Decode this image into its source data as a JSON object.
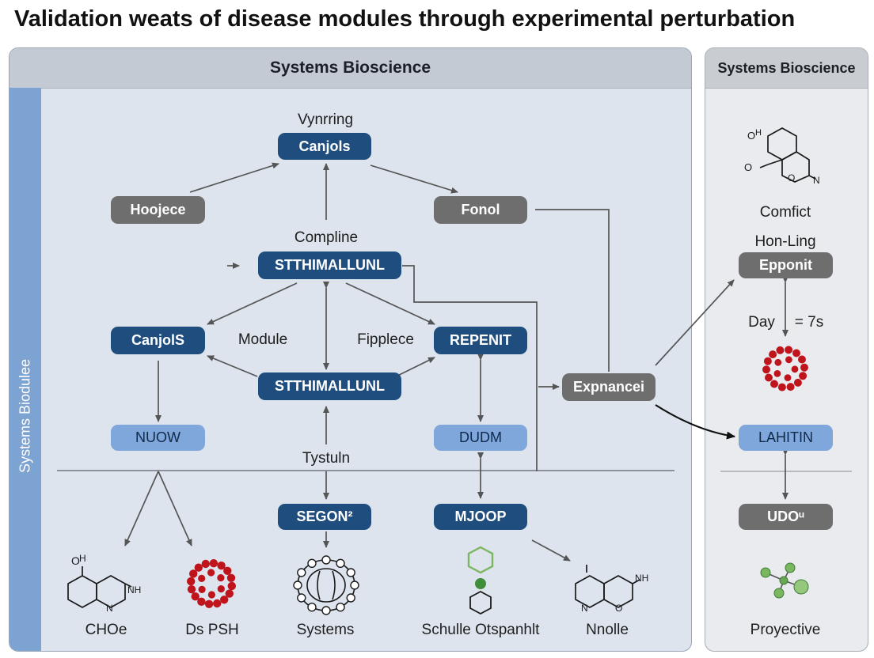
{
  "title": "Validation weats of disease modules through experimental perturbation",
  "main_panel": {
    "header": "Systems Bioscience",
    "sidebar_label": "Systems Biodulee"
  },
  "side_panel": {
    "header": "Systems Bioscience"
  },
  "nodes": {
    "canjols_top": "Canjols",
    "hoojece": "Hoojece",
    "fonol": "Fonol",
    "sthimallunl_1": "STTHIMALLUNL",
    "canjols_left": "CanjolS",
    "repenit": "REPENIT",
    "sthimallunl_2": "STTHIMALLUNL",
    "nuow": "NUOW",
    "dudm": "DUDM",
    "segon": "SEGON²",
    "mjoop": "MJOOP",
    "expnancei": "Expnancei",
    "epponit": "Epponit",
    "lahitin": "LAHITIN",
    "udou": "UDOᵘ"
  },
  "labels": {
    "vynrring": "Vynrring",
    "compline": "Compline",
    "module": "Module",
    "fipplece": "Fipplece",
    "tystuln": "Tystuln",
    "choe": "CHOe",
    "ds_psh": "Ds PSH",
    "systems": "Systems",
    "schulle": "Schulle Otspanhlt",
    "nnolle": "Nnolle",
    "comfict": "Comfict",
    "hon_ling": "Hon-Ling",
    "day": "Day",
    "seven_s": "= 7s",
    "proyective": "Proyective"
  },
  "colors": {
    "node_dark": "#1f4e7e",
    "node_gray": "#6e6e6e",
    "node_light": "#7fa7dc",
    "panel_bg": "#dde4ee",
    "sidebar": "#7da3d2",
    "molecule_red": "#c0141c",
    "accent_green": "#7bb661"
  }
}
